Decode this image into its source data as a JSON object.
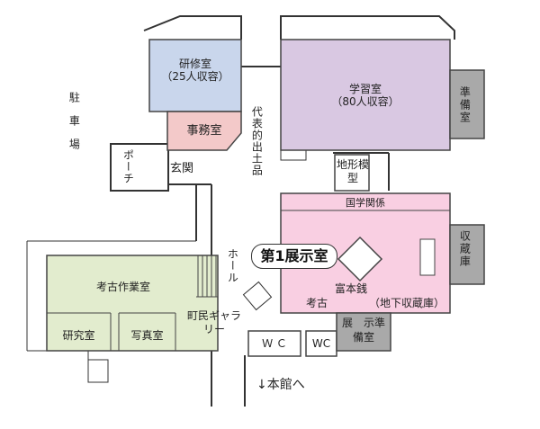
{
  "colors": {
    "lecture_room": "#c9d6ec",
    "study_room": "#d9c8e2",
    "office": "#f3c9c9",
    "exhibition_room": "#f9cfe2",
    "work_room": "#e2ecce",
    "gray_room": "#a9a9a9",
    "wall": "#333333"
  },
  "rooms": {
    "kenshu": {
      "name": "研修室",
      "capacity": "（25人収容）"
    },
    "gakushu": {
      "name": "学習室",
      "capacity": "（80人収容）"
    },
    "jimu": "事務室",
    "junbi": "準備室",
    "porch": "ポーチ",
    "genkan": "玄関",
    "chuusha": "駐車場",
    "daihyou": "代表的出土品",
    "chikei": "地形模型",
    "kokugaku": "国学関係",
    "shuzou": "収蔵庫",
    "exhibit": "第1展示室",
    "fuhonsen": "富本銭",
    "kouko": "考古",
    "chika": "（地下収蔵庫）",
    "hall": "ホール",
    "kouko_sagyou": "考古作業室",
    "kenkyu": "研究室",
    "shashin": "写真室",
    "gallery": "町民ギャラリー",
    "wc1": "Ｗ Ｃ",
    "wc2": "WC",
    "tenji_junbi": "展　示準備室",
    "honkan": "↓本館へ"
  }
}
